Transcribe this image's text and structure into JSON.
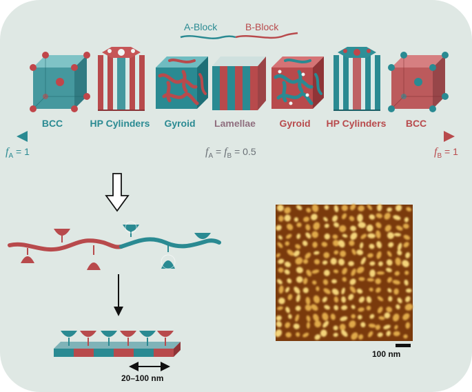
{
  "legend": {
    "a_block": "A-Block",
    "b_block": "B-Block"
  },
  "phases": [
    "BCC",
    "HP Cylinders",
    "Gyroid",
    "Lamellae",
    "Gyroid",
    "HP Cylinders",
    "BCC"
  ],
  "composition": {
    "left": {
      "var": "f",
      "sub": "A",
      "rest": " = 1"
    },
    "middle": {
      "var1": "f",
      "sub1": "A",
      "eq": " = ",
      "var2": "f",
      "sub2": "B",
      "rest": " = 0.5"
    },
    "right": {
      "var": "f",
      "sub": "B",
      "rest": " = 1"
    }
  },
  "dimensions": {
    "period": "20–100 nm",
    "scale_bar": "100 nm"
  },
  "colors": {
    "a_block": "#2a8a92",
    "b_block": "#b84a4c",
    "background": "#dfe8e4"
  }
}
